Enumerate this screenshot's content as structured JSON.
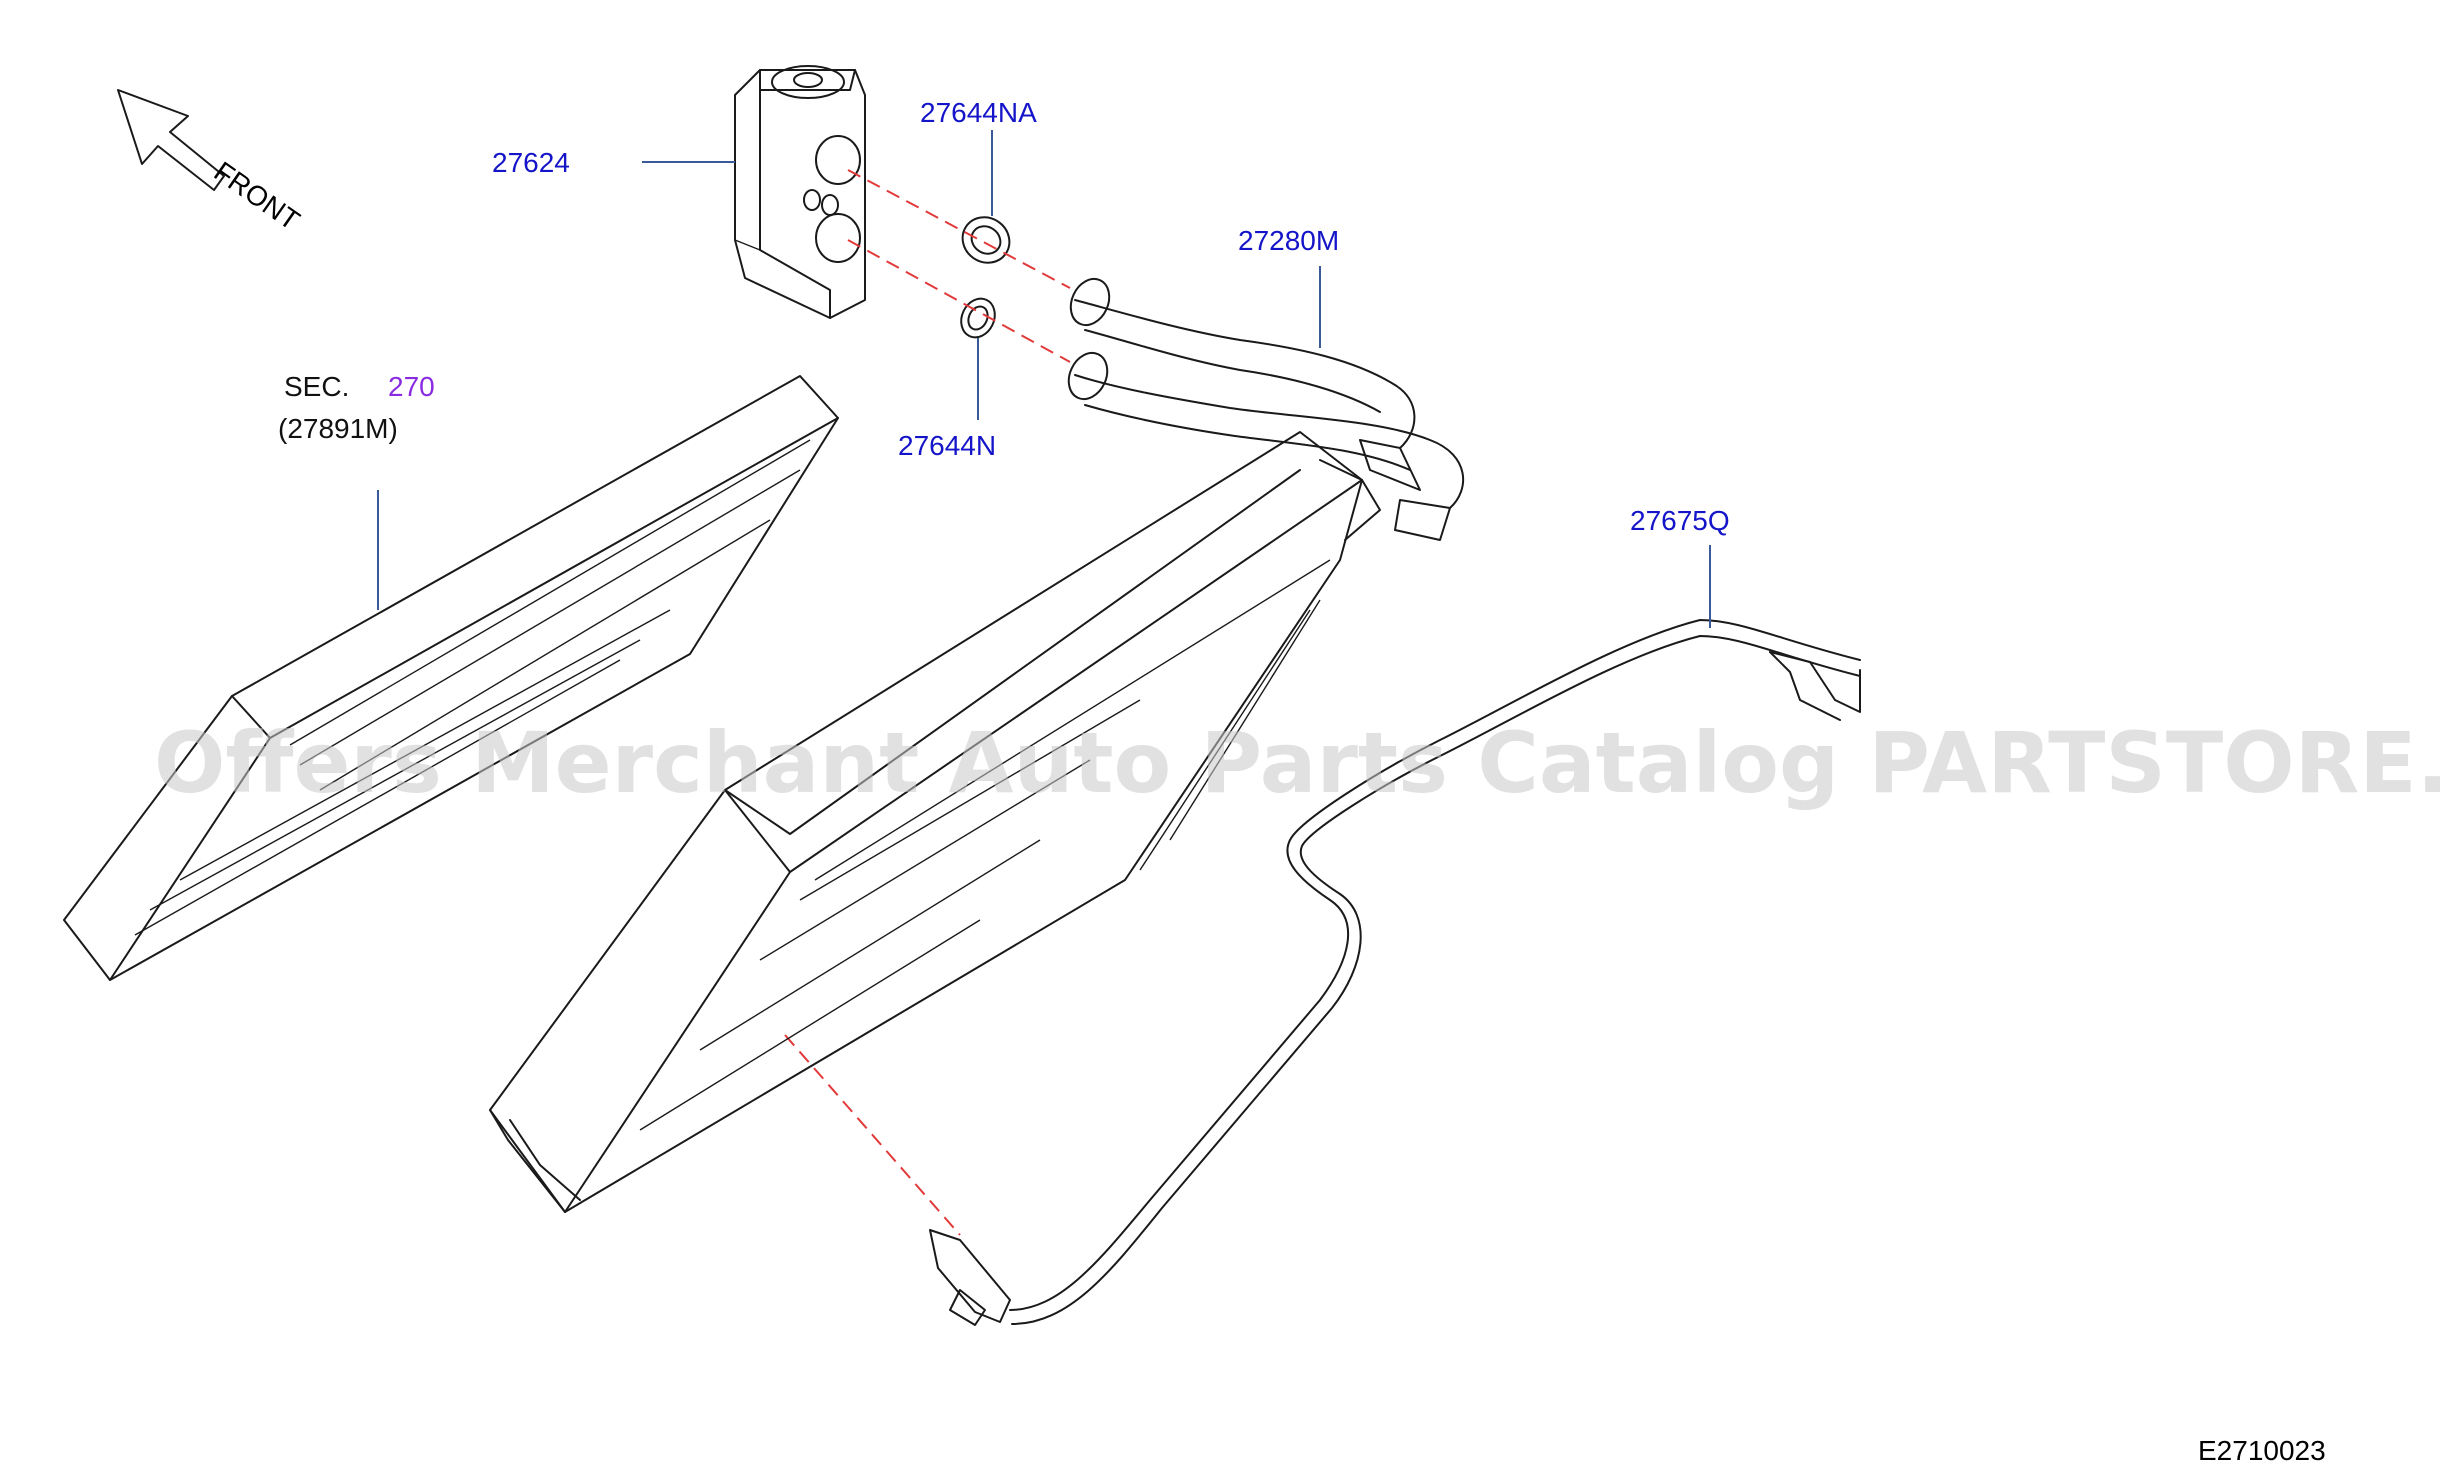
{
  "diagram": {
    "direction": {
      "arrow_icon": "front-arrow-icon",
      "text": "FRONT"
    },
    "part_labels": {
      "expansion_valve": "27624",
      "o_ring_large": "27644NA",
      "o_ring_small": "27644N",
      "pipe_assembly": "27280M",
      "thermistor": "27675Q"
    },
    "section_ref": {
      "prefix": "SEC.",
      "number": "270",
      "sub": "(27891M)"
    },
    "diagram_code": "E2710023",
    "watermark": "Offers Merchant Auto Parts Catalog PARTSTORE.SA",
    "colors": {
      "part_label": "#1414c8",
      "section_link": "#8a2be2",
      "fitting_line": "#e23a3a",
      "leader": "#3a5a9a"
    }
  }
}
